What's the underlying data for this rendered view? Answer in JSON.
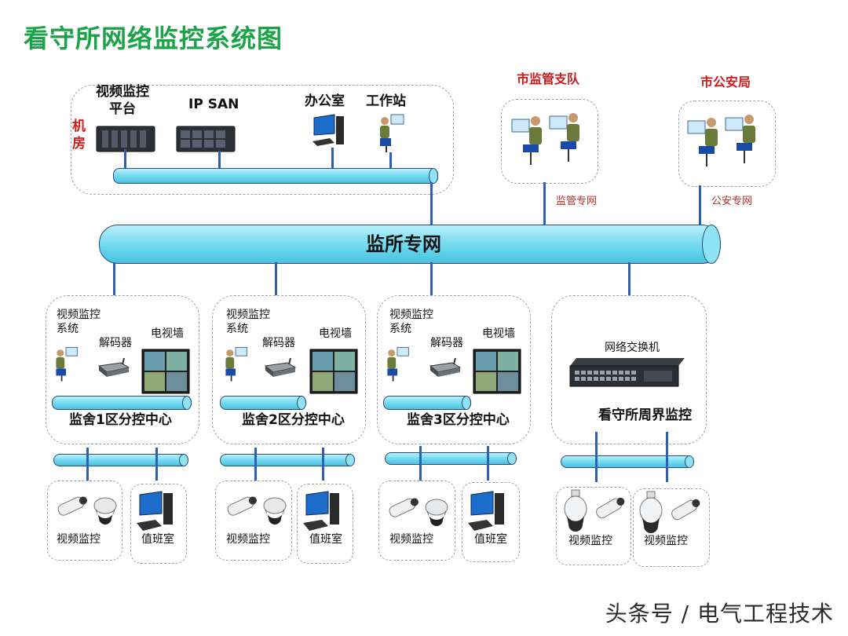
{
  "title": "看守所网络监控系统图",
  "machine_room": {
    "label": "机房",
    "video_platform": "视频监控平台",
    "ipsan": "IP SAN",
    "office": "办公室",
    "workstation": "工作站"
  },
  "city_supervision": {
    "title": "市监管支队",
    "line_label": "监管专网"
  },
  "city_police": {
    "title": "市公安局",
    "line_label": "公安专网"
  },
  "backbone_label": "监所专网",
  "zones": [
    {
      "system": "视频监控系统",
      "decoder": "解码器",
      "tvwall": "电视墙",
      "center": "监舍1区分控中心",
      "leaf1": "视频监控",
      "leaf2": "值班室"
    },
    {
      "system": "视频监控系统",
      "decoder": "解码器",
      "tvwall": "电视墙",
      "center": "监舍2区分控中心",
      "leaf1": "视频监控",
      "leaf2": "值班室"
    },
    {
      "system": "视频监控系统",
      "decoder": "解码器",
      "tvwall": "电视墙",
      "center": "监舍3区分控中心",
      "leaf1": "视频监控",
      "leaf2": "值班室"
    }
  ],
  "perimeter": {
    "switch": "网络交换机",
    "center": "看守所周界监控",
    "leaf1": "视频监控",
    "leaf2": "视频监控"
  },
  "watermark": "头条号 / 电气工程技术"
}
